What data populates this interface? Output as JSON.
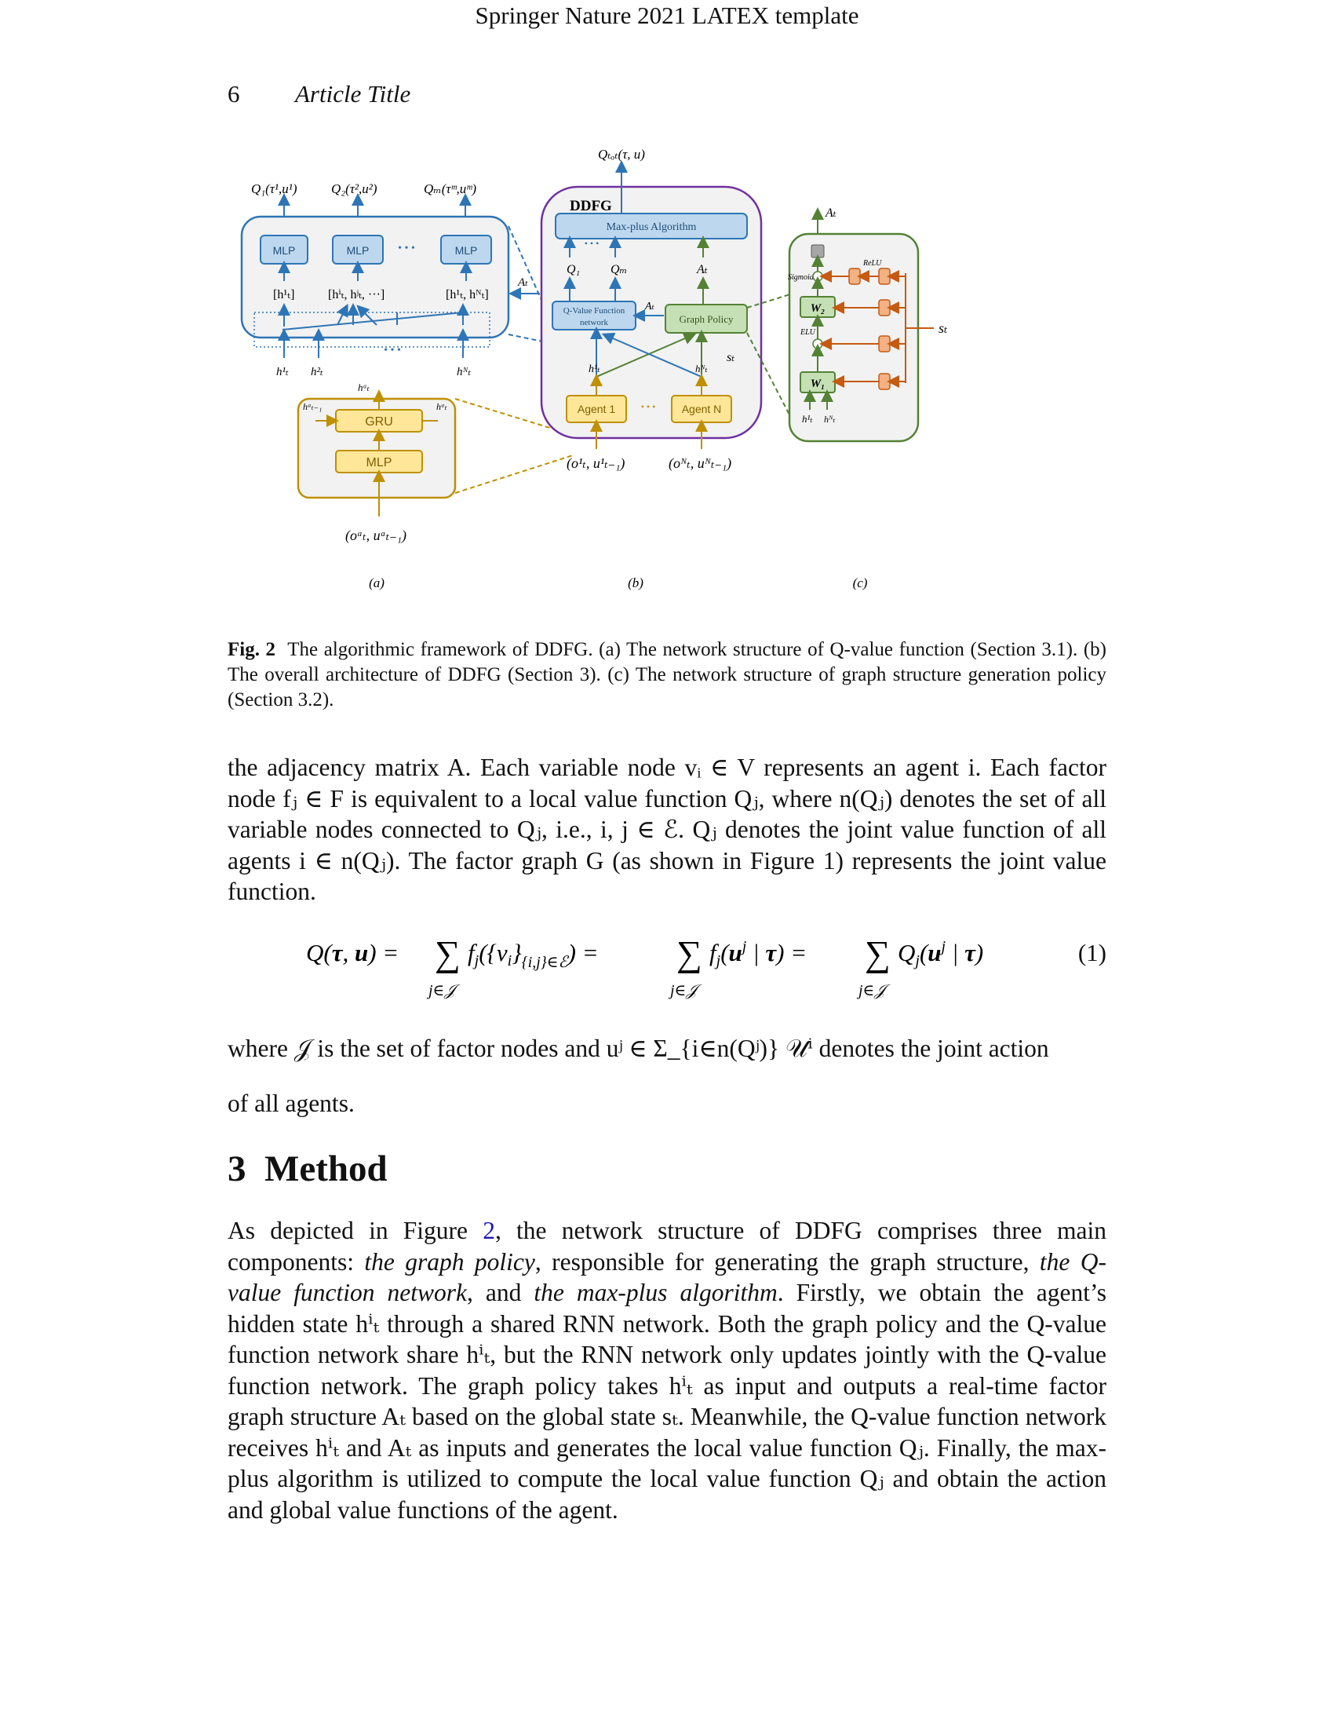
{
  "header": {
    "running_title": "Springer Nature 2021 LATEX template",
    "page_number": "6",
    "article_title": "Article Title"
  },
  "figure": {
    "a": {
      "outputs": [
        "Q₁(τ¹,u¹)",
        "Q₂(τ²,u²)",
        "Qₘ(τᵐ,uᵐ)"
      ],
      "mlp": "MLP",
      "ellipsis": "• • •",
      "concat": [
        "[h¹ₜ]",
        "[hⁱₜ, hʲₜ, ···]",
        "[h¹ₜ, hᴺₜ]"
      ],
      "inputs": [
        "h¹ₜ",
        "h²ₜ",
        "hᴺₜ"
      ],
      "gru": "GRU",
      "h_top": "hᵃₜ",
      "h_prev": "hᵃₜ₋₁",
      "h_right": "hᵃₜ",
      "obs": "(oᵃₜ, uᵃₜ₋₁)",
      "label": "(a)"
    },
    "b": {
      "qtot": "Qₜₒₜ(τ, u)",
      "title": "DDFG",
      "maxplus": "Max-plus Algorithm",
      "q1": "Q₁",
      "qm": "Qₘ",
      "at": "Aₜ",
      "qnet_line1": "Q-Value Function",
      "qnet_line2": "network",
      "graph_policy": "Graph Policy",
      "st": "sₜ",
      "h1": "h¹ₜ",
      "hn": "hᴺₜ",
      "agent1": "Agent 1",
      "agentn": "Agent N",
      "dots": "• • •",
      "obs1": "(o¹ₜ, u¹ₜ₋₁)",
      "obsn": "(oᴺₜ, uᴺₜ₋₁)",
      "label": "(b)"
    },
    "c": {
      "at": "Aₜ",
      "sigmoid": "Sigmoid",
      "relu": "ReLU",
      "elu": "ELU",
      "w2": "W₂",
      "w1": "W₁",
      "st": "sₜ",
      "h1": "h¹ₜ",
      "hn": "hᴺₜ",
      "label": "(c)"
    },
    "caption_label": "Fig. 2",
    "caption_text": "The algorithmic framework of DDFG. (a) The network structure of Q-value function (Section 3.1). (b) The overall architecture of DDFG (Section 3). (c) The network structure of graph structure generation policy (Section 3.2)."
  },
  "body": {
    "p1": "the adjacency matrix A. Each variable node vᵢ ∈ V represents an agent i. Each factor node fⱼ ∈ F is equivalent to a local value function Qⱼ, where n(Qⱼ) denotes the set of all variable nodes connected to Qⱼ, i.e., i, j ∈ ℰ. Qⱼ denotes the joint value function of all agents i ∈ n(Qⱼ). The factor graph G (as shown in Figure 1) represents the joint value function.",
    "equation": "Q(τ, u) = Σ_{j∈𝒥} fⱼ({vᵢ}_{{i,j}∈ℰ}) = Σ_{j∈𝒥} fⱼ(uʲ | τ) = Σ_{j∈𝒥} Qⱼ(uʲ | τ)",
    "eq_number": "(1)",
    "p2": "where 𝒥 is the set of factor nodes and uʲ ∈ Σ_{i∈n(Qʲ)} 𝒰ⁱ denotes the joint action",
    "p2b": "of all agents.",
    "section_num": "3",
    "section_title": "Method",
    "p3_a": "As depicted in Figure ",
    "p3_ref": "2",
    "p3_b": ", the network structure of DDFG comprises three main components: ",
    "p3_i1": "the graph policy",
    "p3_c": ", responsible for generating the graph structure, ",
    "p3_i2": "the Q-value function network",
    "p3_d": ", and ",
    "p3_i3": "the max-plus algorithm",
    "p3_e": ". Firstly, we obtain the agent’s hidden state hⁱₜ through a shared RNN network. Both the graph policy and the Q-value function network share hⁱₜ, but the RNN network only updates jointly with the Q-value function network. The graph policy takes hⁱₜ as input and outputs a real-time factor graph structure Aₜ based on the global state sₜ. Meanwhile, the Q-value function network receives hⁱₜ and Aₜ as inputs and generates the local value function Qⱼ. Finally, the max-plus algorithm is utilized to compute the local value function Qⱼ and obtain the action and global value functions of the agent."
  }
}
